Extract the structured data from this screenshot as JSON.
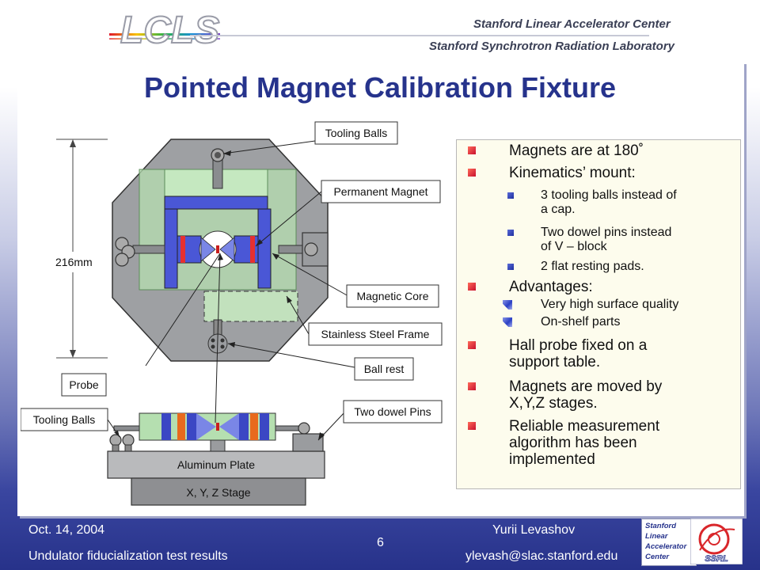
{
  "header": {
    "logo_text": "LCLS",
    "org_line1": "Stanford Linear Accelerator Center",
    "org_line2": "Stanford Synchrotron Radiation Laboratory"
  },
  "slide": {
    "title": "Pointed Magnet Calibration Fixture",
    "page_number": "6"
  },
  "diagram": {
    "dimension": "216mm",
    "labels": {
      "tooling_balls_top": "Tooling Balls",
      "permanent_magnet": "Permanent Magnet",
      "magnetic_core": "Magnetic Core",
      "stainless_steel_frame": "Stainless Steel Frame",
      "ball_rest": "Ball rest",
      "probe": "Probe",
      "tooling_balls_side": "Tooling Balls",
      "two_dowel_pins": "Two dowel Pins",
      "aluminum_plate": "Aluminum Plate",
      "xyz_stage": "X, Y, Z Stage"
    }
  },
  "bullets": {
    "b1": "Magnets are at 180˚",
    "b2": "Kinematics’ mount:",
    "b2_1a": "3 tooling balls instead of",
    "b2_1b": "a cap.",
    "b2_2a": "Two dowel pins instead",
    "b2_2b": "of V – block",
    "b2_3": "2 flat resting pads.",
    "b3": "Advantages:",
    "b3_1": "Very high surface quality",
    "b3_2": "On-shelf parts",
    "b4a": "Hall probe fixed on a",
    "b4b": "support table.",
    "b5a": "Magnets are moved by",
    "b5b": "X,Y,Z stages.",
    "b6a": "Reliable measurement",
    "b6b": "algorithm has been",
    "b6c": "implemented"
  },
  "footer": {
    "date": "Oct. 14, 2004",
    "subtitle": "Undulator fiducialization test results",
    "author": "Yurii Levashov",
    "email": "ylevash@slac.stanford.edu",
    "slac_logo_lines": [
      "Stanford",
      "Linear",
      "Accelerator",
      "Center"
    ],
    "ssrl_logo_text": "SSRL"
  }
}
